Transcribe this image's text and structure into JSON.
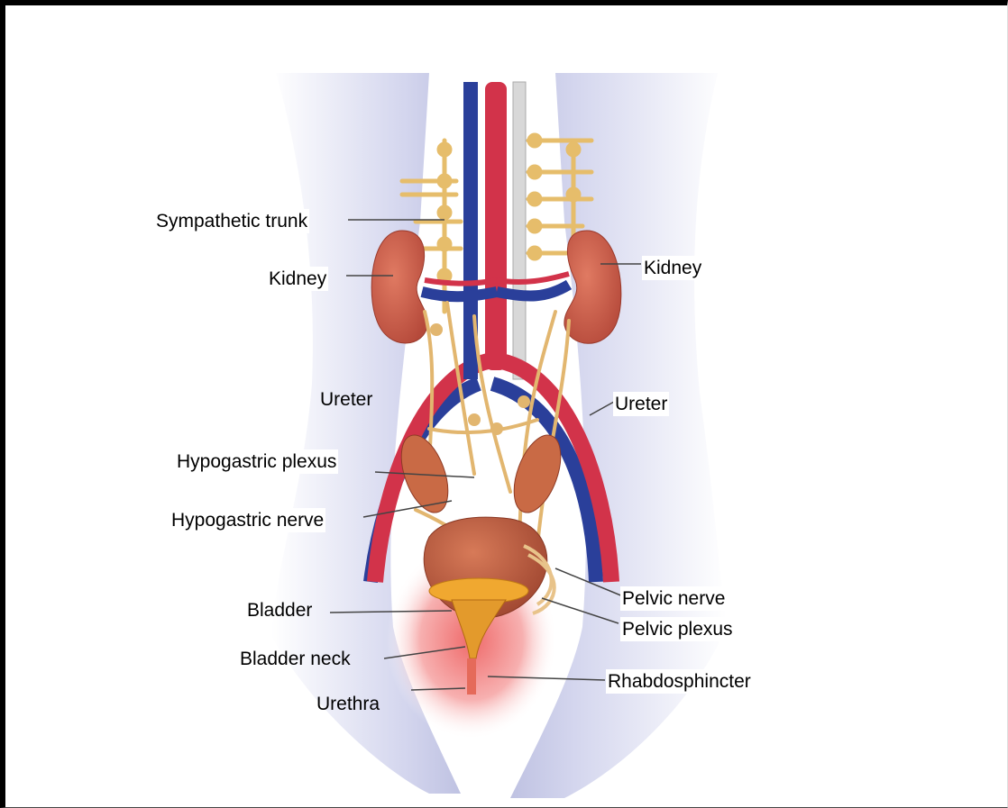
{
  "diagram": {
    "labels": {
      "sympathetic_trunk": "Sympathetic trunk",
      "kidney_left": "Kidney",
      "kidney_right": "Kidney",
      "ureter_left": "Ureter",
      "ureter_right": "Ureter",
      "hypogastric_plexus": "Hypogastric plexus",
      "hypogastric_nerve": "Hypogastric nerve",
      "bladder": "Bladder",
      "bladder_neck": "Bladder neck",
      "urethra": "Urethra",
      "pelvic_nerve": "Pelvic nerve",
      "pelvic_plexus": "Pelvic plexus",
      "rhabdosphincter": "Rhabdosphincter"
    },
    "colors": {
      "artery": "#d2334a",
      "vein": "#2a3f9a",
      "kidney": "#c65a45",
      "nerve": "#e2b66f",
      "bladder": "#b85a3c",
      "urine": "#f0a830",
      "background_body": "#c9cbe6"
    }
  }
}
